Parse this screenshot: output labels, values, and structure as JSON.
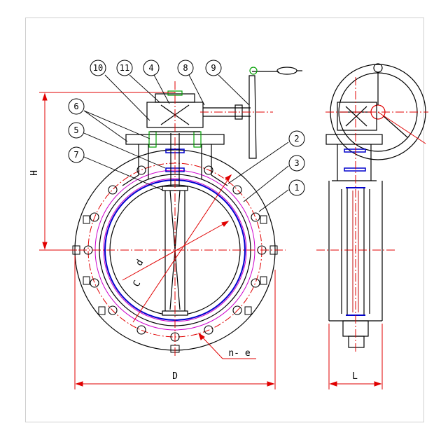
{
  "colors": {
    "outline": "#000000",
    "centerline": "#e00000",
    "seat": "#0000cc",
    "liner": "#cc00cc",
    "accent": "#00a000"
  },
  "callouts": {
    "c1": "1",
    "c2": "2",
    "c3": "3",
    "c4": "4",
    "c5": "5",
    "c6": "6",
    "c7": "7",
    "c8": "8",
    "c9": "9",
    "c10": "10",
    "c11": "11"
  },
  "dimensions": {
    "D": "D",
    "H": "H",
    "L": "L",
    "C": "C",
    "d": "d",
    "ne": "n- e"
  }
}
